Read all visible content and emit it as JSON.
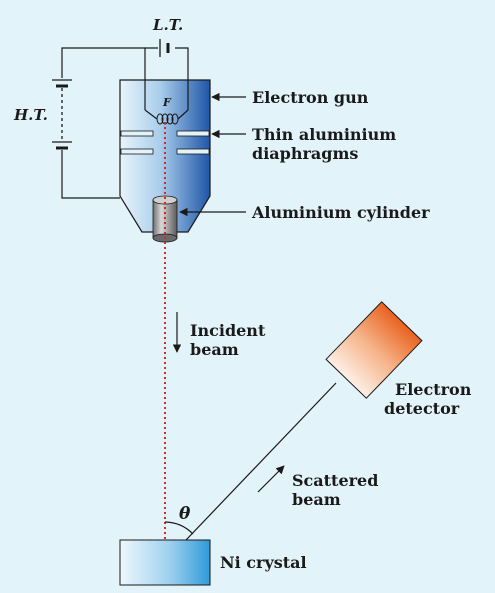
{
  "labels": {
    "lt": "L.T.",
    "ht": "H.T.",
    "filament": "F",
    "electron_gun": "Electron gun",
    "diaphragms_1": "Thin aluminium",
    "diaphragms_2": "diaphragms",
    "cylinder": "Aluminium cylinder",
    "incident_1": "Incident",
    "incident_2": "beam",
    "detector_1": "Electron",
    "detector_2": "detector",
    "scattered_1": "Scattered",
    "scattered_2": "beam",
    "theta": "θ",
    "crystal": "Ni crystal"
  },
  "colors": {
    "background": "#e3f3fa",
    "gun_light": "#e6f3fb",
    "gun_dark": "#1f56a8",
    "beam": "#d62a2a",
    "detector_light": "#fde9dc",
    "detector_dark": "#e9621f",
    "crystal_light": "#e6f3fb",
    "crystal_dark": "#3aa3dc"
  }
}
